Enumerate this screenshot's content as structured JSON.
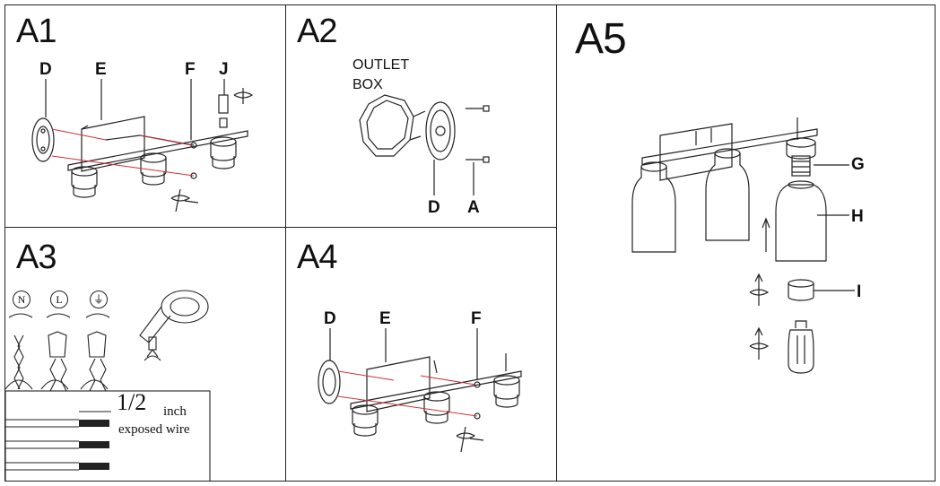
{
  "panels": {
    "a1": {
      "title": "A1",
      "labels": {
        "d": "D",
        "e": "E",
        "f": "F",
        "j": "J"
      }
    },
    "a2": {
      "title": "A2",
      "outlet_line1": "OUTLET",
      "outlet_line2": "BOX",
      "labels": {
        "d": "D",
        "a": "A"
      }
    },
    "a3": {
      "title": "A3",
      "wire_symbols": [
        "N",
        "L",
        "⏚"
      ],
      "strip_fraction": "1/2",
      "strip_unit": "inch",
      "strip_caption": "exposed wire"
    },
    "a4": {
      "title": "A4",
      "labels": {
        "d": "D",
        "e": "E",
        "f": "F"
      }
    },
    "a5": {
      "title": "A5",
      "labels": {
        "g": "G",
        "h": "H",
        "i": "I"
      }
    }
  },
  "colors": {
    "line": "#222222",
    "accent": "#d0303a"
  }
}
